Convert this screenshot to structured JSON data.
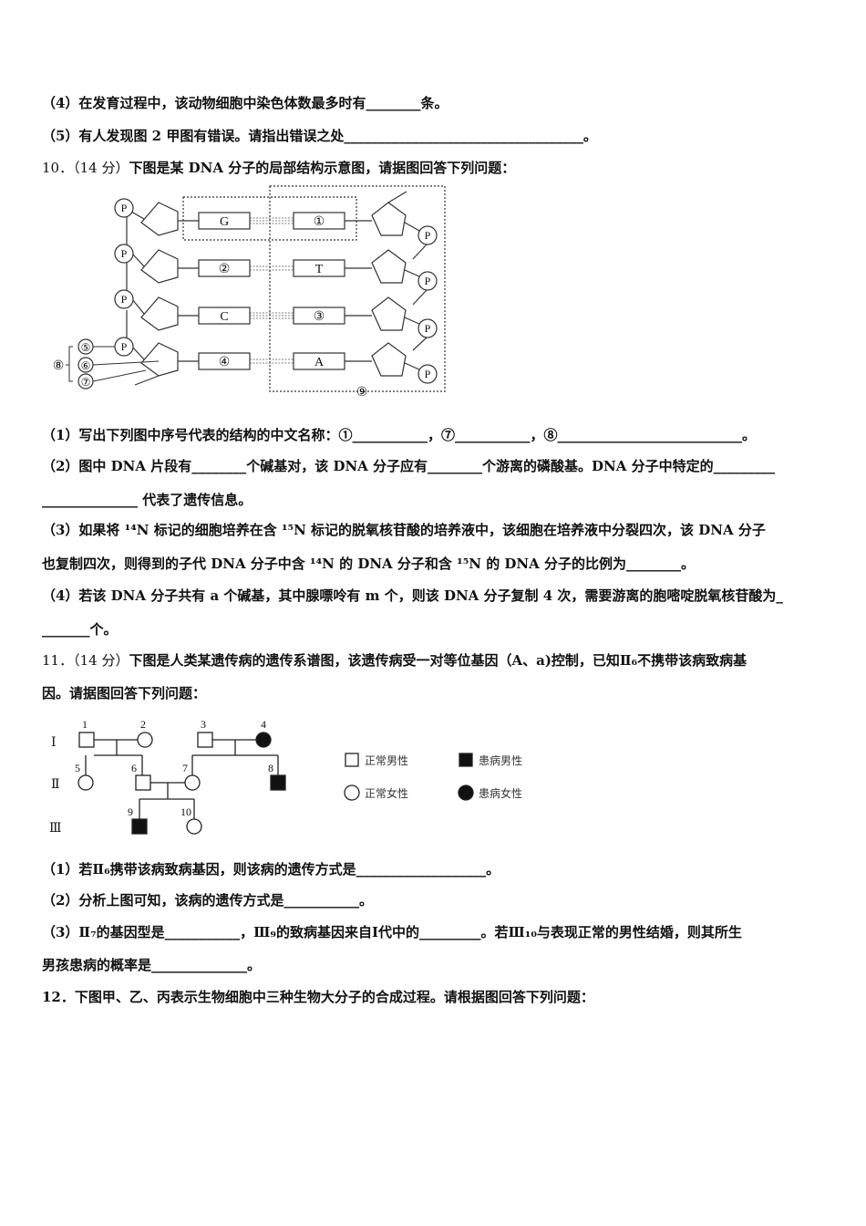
{
  "q9": {
    "p4": "（4）在发育过程中，该动物细胞中染色体数最多时有________条。",
    "p5": "（5）有人发现图 2 甲图有错误。请指出错误之处___________________________________。"
  },
  "q10": {
    "head_num": "10．（14 分）",
    "head_text": "下图是某 DNA 分子的局部结构示意图，请据图回答下列问题：",
    "diagram": {
      "phosphate": "P",
      "left_bases": [
        "G",
        "②",
        "C",
        "④"
      ],
      "right_bases": [
        "①",
        "T",
        "③",
        "A"
      ],
      "labels": [
        "⑤",
        "⑥",
        "⑦",
        "⑧",
        "⑨"
      ]
    },
    "q1": "（1）写出下列图中序号代表的结构的中文名称：①___________，⑦___________，⑧___________________________。",
    "q2a": "（2）图中 DNA 片段有________个碱基对，该 DNA 分子应有________个游离的磷酸基。DNA 分子中特定的_________",
    "q2b": "______________ 代表了遗传信息。",
    "q3a": "（3）如果将 ¹⁴N 标记的细胞培养在含 ¹⁵N 标记的脱氧核苷酸的培养液中，该细胞在培养液中分裂四次，该 DNA 分子",
    "q3b": "也复制四次，则得到的子代 DNA 分子中含 ¹⁴N 的 DNA 分子和含 ¹⁵N 的 DNA 分子的比例为________。",
    "q4a": "（4）若该 DNA 分子共有 a 个碱基，其中腺嘌呤有 m 个，则该 DNA 分子复制 4 次，需要游离的胞嘧啶脱氧核苷酸为_",
    "q4b": "_______个。"
  },
  "q11": {
    "head_num": "11．（14 分）",
    "head_text": "下图是人类某遗传病的遗传系谱图，该遗传病受一对等位基因（A、a)控制，已知Ⅱ₆不携带该病致病基",
    "head_text2": "因。请据图回答下列问题：",
    "pedigree": {
      "generations": [
        "Ⅰ",
        "Ⅱ",
        "Ⅲ"
      ],
      "numbers": [
        "1",
        "2",
        "3",
        "4",
        "5",
        "6",
        "7",
        "8",
        "9",
        "10"
      ],
      "legend": [
        "正常男性",
        "患病男性",
        "正常女性",
        "患病女性"
      ]
    },
    "q1": "（1）若Ⅱ₆携带该病致病基因，则该病的遗传方式是___________________。",
    "q2": "（2）分析上图可知，该病的遗传方式是___________。",
    "q3a": "（3）Ⅱ₇的基因型是___________，Ⅲ₉的致病基因来自Ⅰ代中的_________。若Ⅲ₁₀与表现正常的男性结婚，则其所生",
    "q3b": "男孩患病的概率是______________。"
  },
  "q12": {
    "text": "12．下图甲、乙、丙表示生物细胞中三种生物大分子的合成过程。请根据图回答下列问题："
  }
}
